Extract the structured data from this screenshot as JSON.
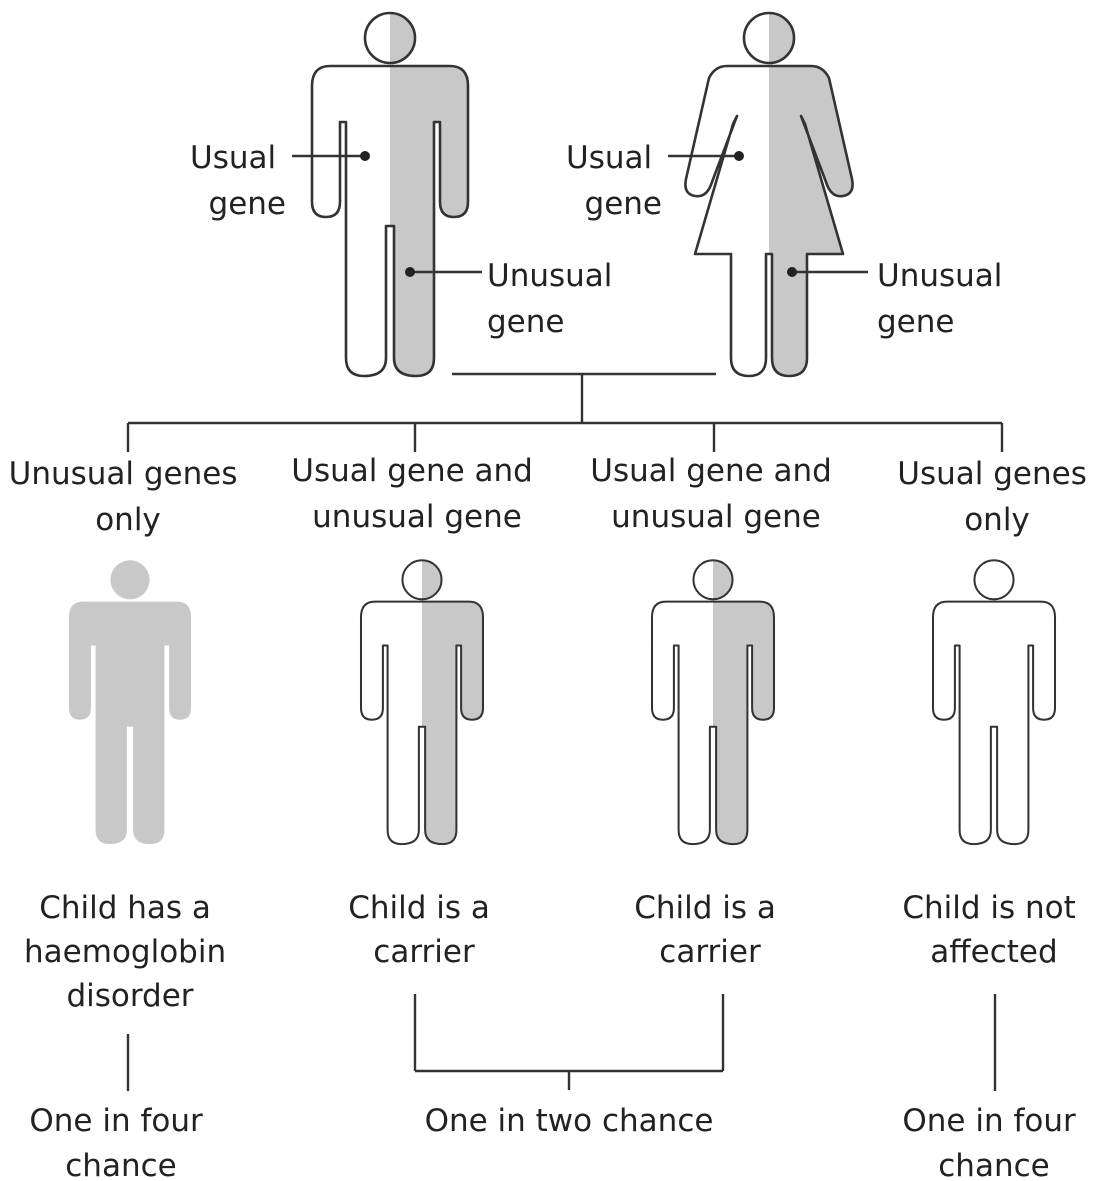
{
  "parents": {
    "father": {
      "usual_label": [
        "Usual",
        "gene"
      ],
      "unusual_label": [
        "Unusual",
        "gene"
      ]
    },
    "mother": {
      "usual_label": [
        "Usual",
        "gene"
      ],
      "unusual_label": [
        "Unusual",
        "gene"
      ]
    }
  },
  "children": [
    {
      "genes": [
        "Unusual genes",
        "only"
      ],
      "fill": "full-grey",
      "outcome": [
        "Child has a",
        "haemoglobin",
        "disorder"
      ]
    },
    {
      "genes": [
        "Usual gene and",
        "unusual gene"
      ],
      "fill": "half-grey",
      "outcome": [
        "Child is a",
        "carrier"
      ]
    },
    {
      "genes": [
        "Usual gene and",
        "unusual gene"
      ],
      "fill": "half-grey",
      "outcome": [
        "Child is a",
        "carrier"
      ]
    },
    {
      "genes": [
        "Usual genes",
        "only"
      ],
      "fill": "white",
      "outcome": [
        "Child is not",
        "affected"
      ]
    }
  ],
  "chances": {
    "left": [
      "One in four",
      "chance"
    ],
    "middle": [
      "One in two chance"
    ],
    "right": [
      "One in four",
      "chance"
    ]
  },
  "colors": {
    "grey": "#c8c8c8",
    "outline": "#333333",
    "text": "#222222"
  }
}
